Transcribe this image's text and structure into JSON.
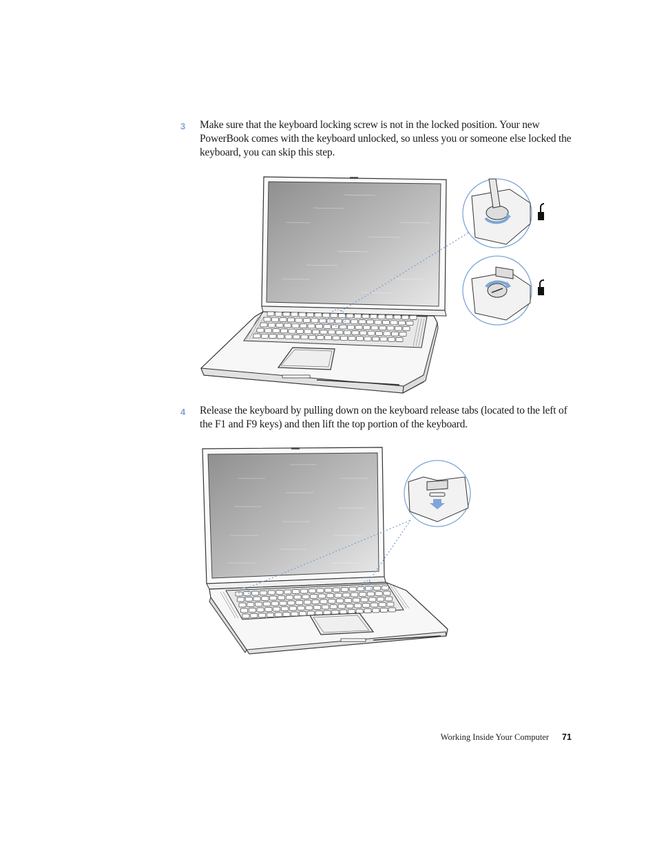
{
  "steps": [
    {
      "number": "3",
      "text": "Make sure that the keyboard locking screw is not in the locked position. Your new PowerBook comes with the keyboard unlocked, so unless you or someone else locked the keyboard, you can skip this step."
    },
    {
      "number": "4",
      "text": "Release the keyboard by pulling down on the keyboard release tabs (located to the left of the F1 and F9 keys) and then lift the top portion of the keyboard."
    }
  ],
  "footer": {
    "chapter": "Working Inside Your Computer",
    "page": "71"
  },
  "colors": {
    "accent": "#7ea6d6",
    "line": "#333333",
    "screen_dark": "#9a9a9a",
    "screen_light": "#e6e6e6"
  },
  "icons": {
    "unlocked": "unlocked-padlock-icon",
    "locked": "locked-padlock-icon",
    "arrow": "arrow-down-icon"
  }
}
